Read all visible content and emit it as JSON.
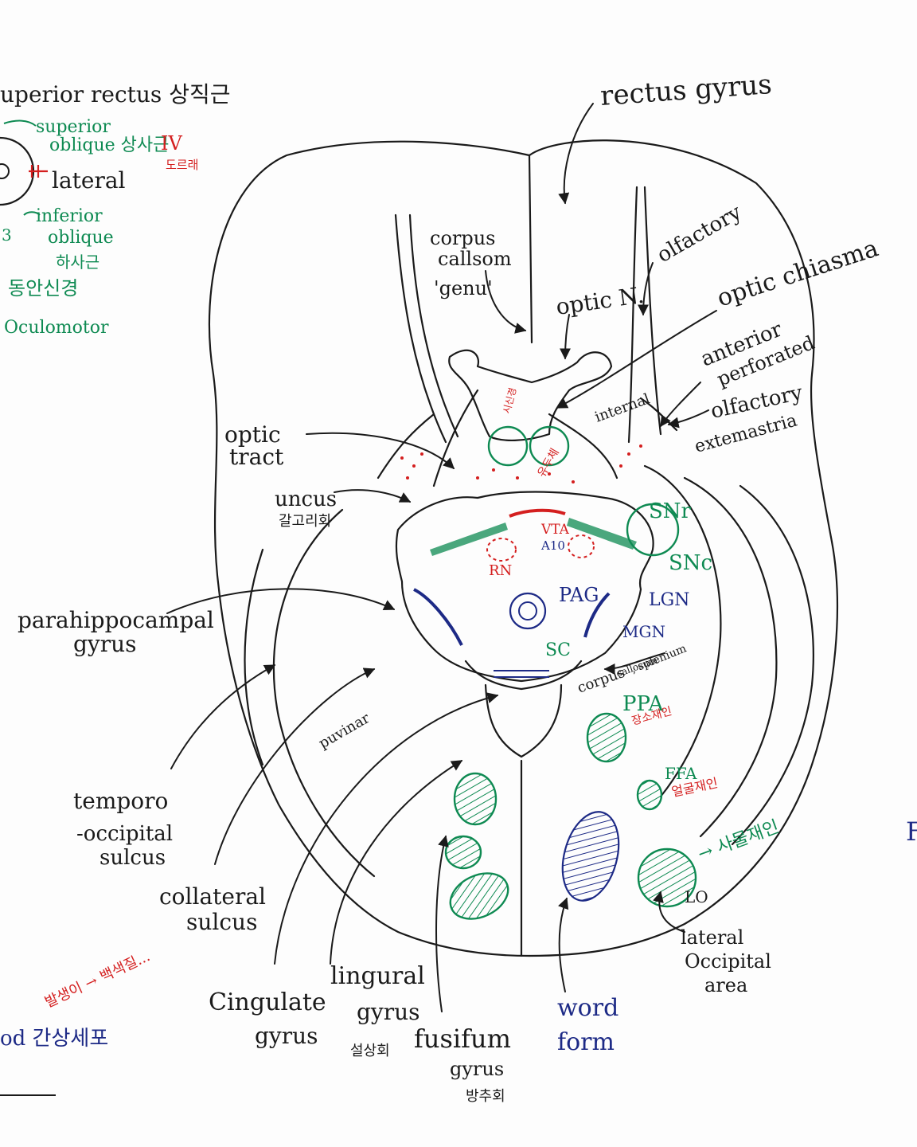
{
  "colors": {
    "ink_black": "#1a1a1a",
    "ink_green": "#0e8a52",
    "ink_red": "#d41f1f",
    "ink_blue": "#1d2a86",
    "board": "#fdfdfd"
  },
  "left_margin": {
    "superior_rectus": "uperior rectus 상직근",
    "superior_oblique_1": "superior",
    "superior_oblique_2": "oblique 상사근",
    "nerve_iv": "IV",
    "nerve_iv_kr": "도르래",
    "lateral": "lateral",
    "inferior_oblique_1": "inferior",
    "inferior_oblique_2": "oblique",
    "inferior_oblique_kr": "하사근",
    "num_3": "3",
    "oculomotor_kr": "동안신경",
    "oculomotor": "Oculomotor",
    "bottom_red": "발생이 → 백색질...",
    "bottom_black": "od 간상세포"
  },
  "labels": {
    "rectus_gyrus": "rectus gyrus",
    "corpus_callosum_1": "corpus",
    "corpus_callosum_2": "callsom",
    "corpus_callosum_3": "'genu'",
    "olfactory": "olfactory",
    "optic_n": "optic N.",
    "optic_chiasma": "optic chiasma",
    "anterior_1": "anterior",
    "anterior_2": "perforated",
    "olfactory_stria_1": "olfactory",
    "olfactory_stria_2": "extemastria",
    "internal": "internal",
    "optic_tract_1": "optic",
    "optic_tract_2": "tract",
    "uncus": "uncus",
    "uncus_kr": "갈고리회",
    "parahippocampal_1": "parahippocampal",
    "parahippocampal_2": "gyrus",
    "temporo_1": "temporo",
    "temporo_2": "-occipital",
    "temporo_3": "sulcus",
    "collateral_1": "collateral",
    "collateral_2": "sulcus",
    "cingulate_1": "Cingulate",
    "cingulate_2": "gyrus",
    "lingural_1": "lingural",
    "lingural_2": "gyrus",
    "lingural_kr": "설상회",
    "fusifum_1": "fusifum",
    "fusifum_2": "gyrus",
    "fusifum_kr": "방추회",
    "word_1": "word",
    "word_2": "form",
    "lateral_occ_1": "lateral",
    "lateral_occ_2": "Occipital",
    "lateral_occ_3": "area",
    "lo": "LO",
    "lo_kr": "→ 사물재인",
    "pulvinar": "puvinar",
    "corpus_spl_1": "corpus",
    "corpus_spl_2": "callosum",
    "corpus_spl_3": ", splenium",
    "snr": "SNr",
    "snc": "SNc",
    "vta": "VTA",
    "a10": "A10",
    "rn": "RN",
    "pag": "PAG",
    "lgn": "LGN",
    "mgn": "MGN",
    "sc": "SC",
    "ppa": "PPA",
    "ppa_kr": "장소재인",
    "ffa": "FFA",
    "ffa_kr": "얼굴재인",
    "mammillary_kr": "유두체",
    "chiasm_kr": "시신경",
    "far_right": "F"
  }
}
